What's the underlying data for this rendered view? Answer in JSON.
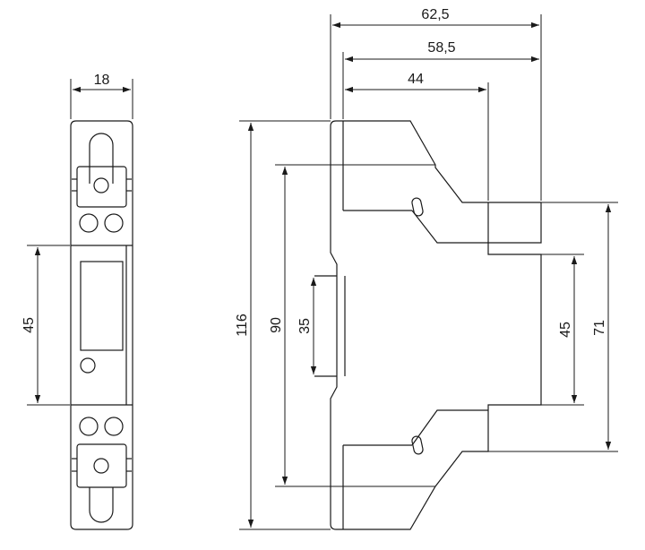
{
  "front_view": {
    "width_label": "18",
    "display_height_label": "45"
  },
  "side_view": {
    "overall_depth_label": "62,5",
    "rail_depth_label": "58,5",
    "body_depth_label": "44",
    "overall_height_label": "116",
    "terminal_height_label": "90",
    "din_rail_label": "35",
    "front_face_height_label": "45",
    "step_height_label": "71"
  },
  "colors": {
    "line": "#1a1a1a",
    "background": "#ffffff"
  }
}
